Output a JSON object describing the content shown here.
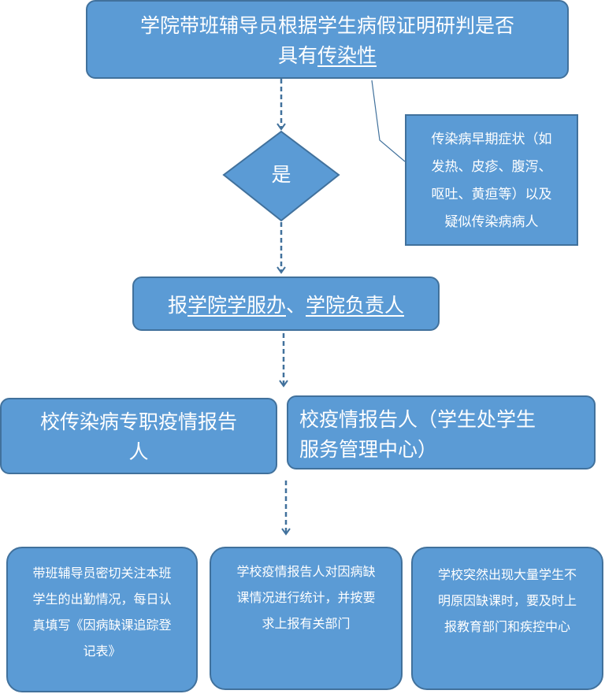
{
  "top_box": {
    "line1": "学院带班辅导员根据学生病假证明研判是否",
    "line2_plain": "具有",
    "line2_underlined": "传染性"
  },
  "decision": {
    "label": "是"
  },
  "note": {
    "lines": [
      "传染病早期症状（如",
      "发热、皮疹、腹泻、",
      "呕吐、黄疸等）以及",
      "疑似传染病病人"
    ]
  },
  "report_box": {
    "prefix": "报",
    "underlined_1": "学院学服办",
    "separator": "、",
    "underlined_2": "学院负责人"
  },
  "reporter_left": {
    "lines": [
      "校传染病专职疫情报告",
      "人"
    ]
  },
  "reporter_right": {
    "lines": [
      "校疫情报告人（学生处学生",
      "服务管理中心）"
    ]
  },
  "bottom_boxes": [
    {
      "lines": [
        "带班辅导员密切关注本班",
        "学生的出勤情况，每日认",
        "真填写《因病缺课追踪登",
        "记表》"
      ]
    },
    {
      "lines": [
        "学校疫情报告人对因病缺",
        "课情况进行统计，并按要",
        "求上报有关部门"
      ]
    },
    {
      "lines": [
        "学校突然出现大量学生不",
        "明原因缺课时，要及时上",
        "报教育部门和疾控中心"
      ]
    }
  ],
  "colors": {
    "fill": "#5b9bd5",
    "border": "#41719c",
    "text": "#ffffff"
  }
}
